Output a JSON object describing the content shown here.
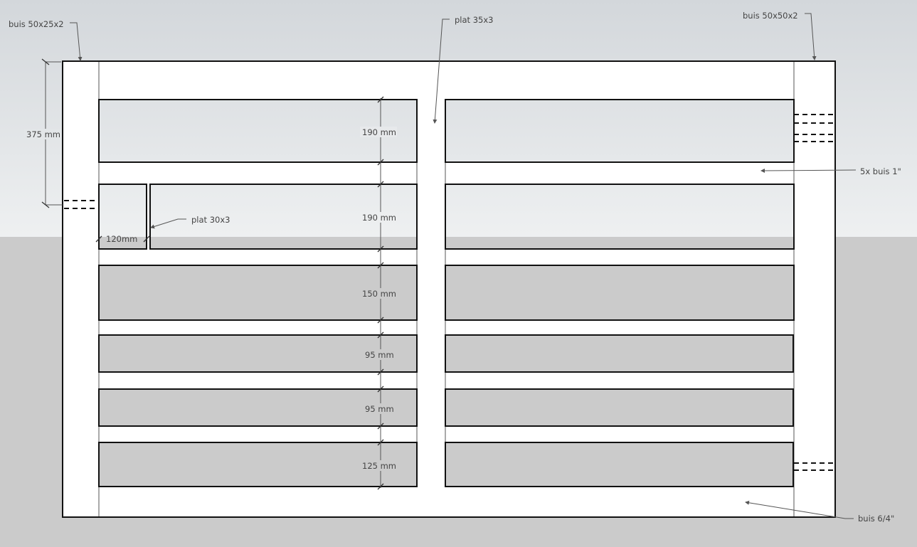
{
  "colors": {
    "sky_top": "#d3d7db",
    "sky_bottom": "#eef0f1",
    "ground": "#cbcbcb",
    "frame": "#ffffff",
    "line": "#111111"
  },
  "labels": {
    "left_post": "buis 50x25x2",
    "right_post": "buis 50x50x2",
    "center_bar": "plat 35x3",
    "small_bar": "plat 30x3",
    "rails": "5x buis 1\"",
    "bottom_rail": "buis 6/4\""
  },
  "dimensions": {
    "hinge_offset": "375 mm",
    "small_panel": "120mm",
    "rows": [
      "190 mm",
      "190 mm",
      "150 mm",
      "95 mm",
      "95 mm",
      "125 mm"
    ]
  }
}
